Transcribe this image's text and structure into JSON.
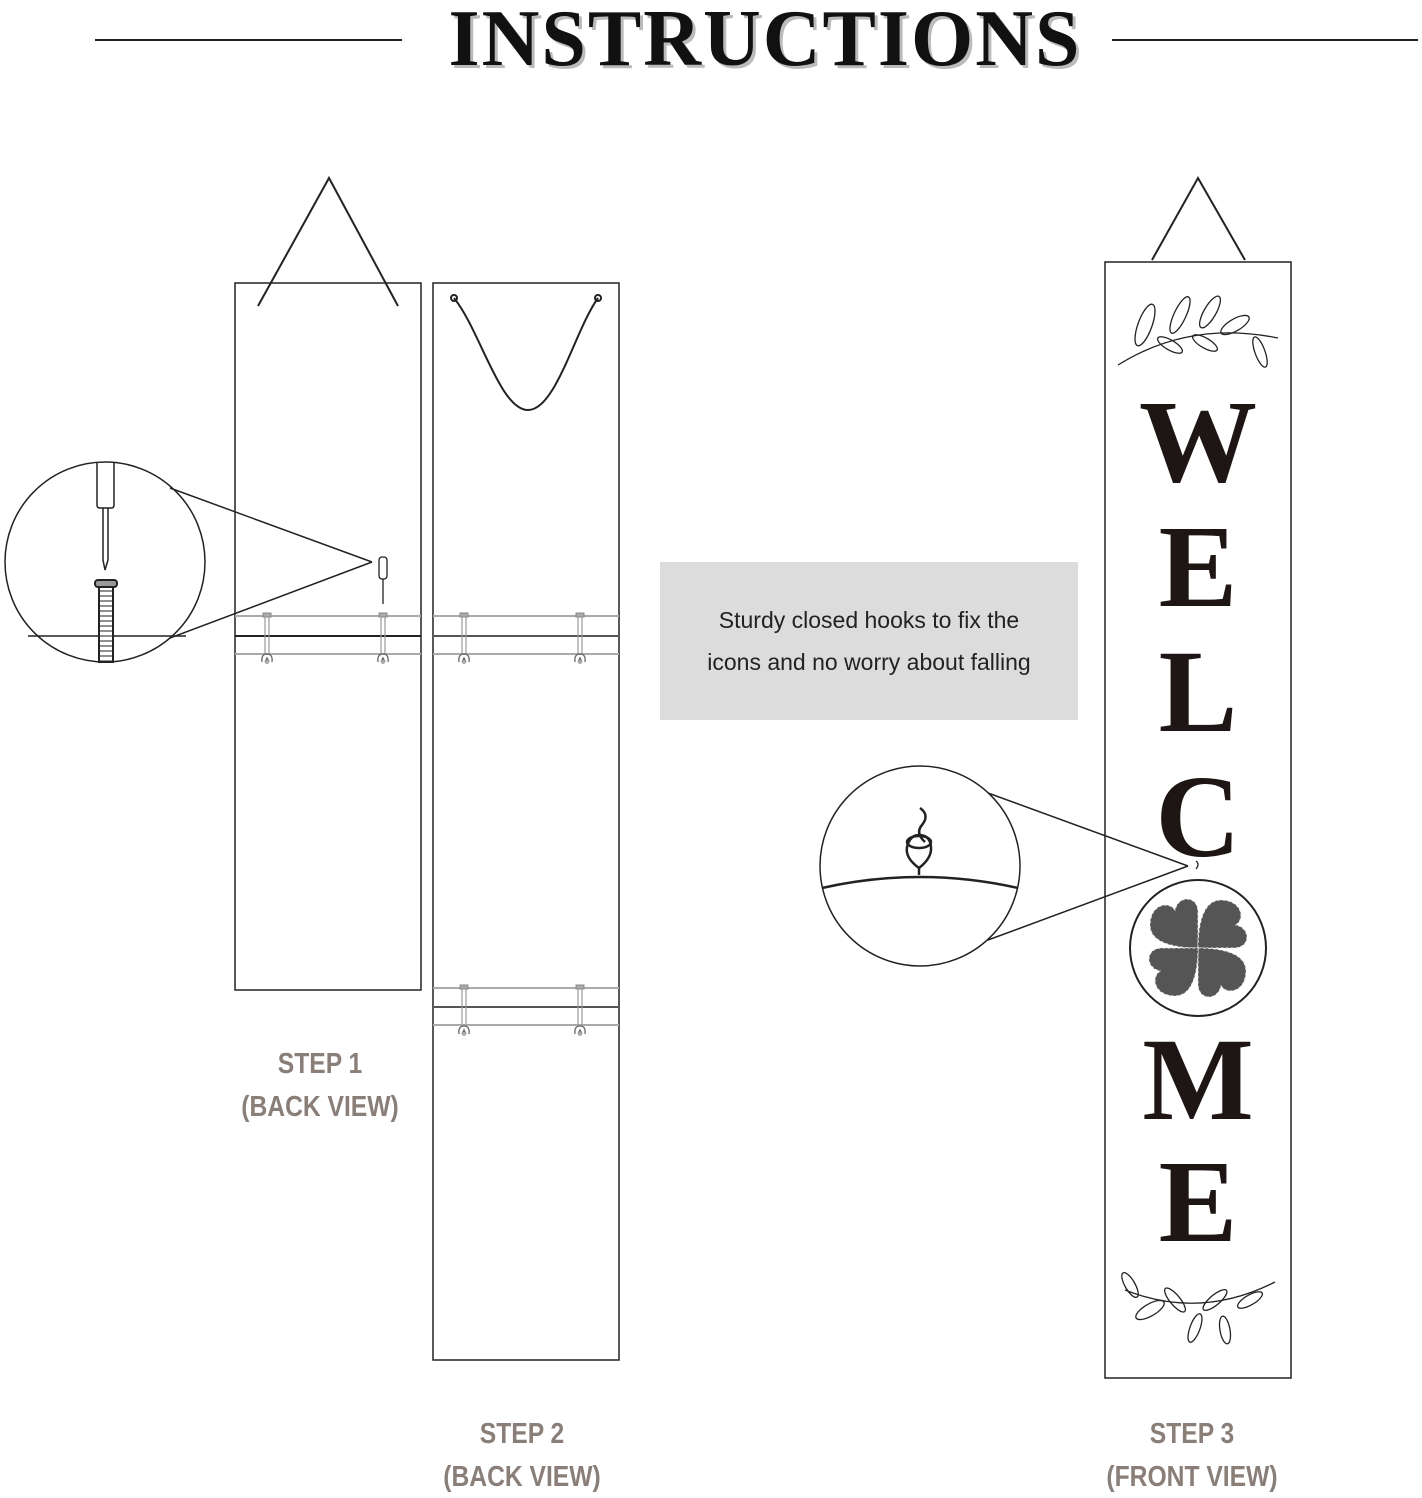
{
  "title": "INSTRUCTIONS",
  "note": {
    "line1": "Sturdy closed hooks to fix the",
    "line2": "icons and no worry about falling"
  },
  "steps": [
    {
      "label": "STEP 1",
      "view": "(BACK VIEW)"
    },
    {
      "label": "STEP 2",
      "view": "(BACK VIEW)"
    },
    {
      "label": "STEP 3",
      "view": "(FRONT VIEW)"
    }
  ],
  "sign": {
    "letters": [
      "W",
      "E",
      "L",
      "C",
      "M",
      "E"
    ],
    "center_icon": "four-leaf-clover-icon"
  },
  "colors": {
    "line": "#222222",
    "step_text": "#8a7f78",
    "note_bg": "#dcdcdc",
    "clover": "#555555"
  }
}
